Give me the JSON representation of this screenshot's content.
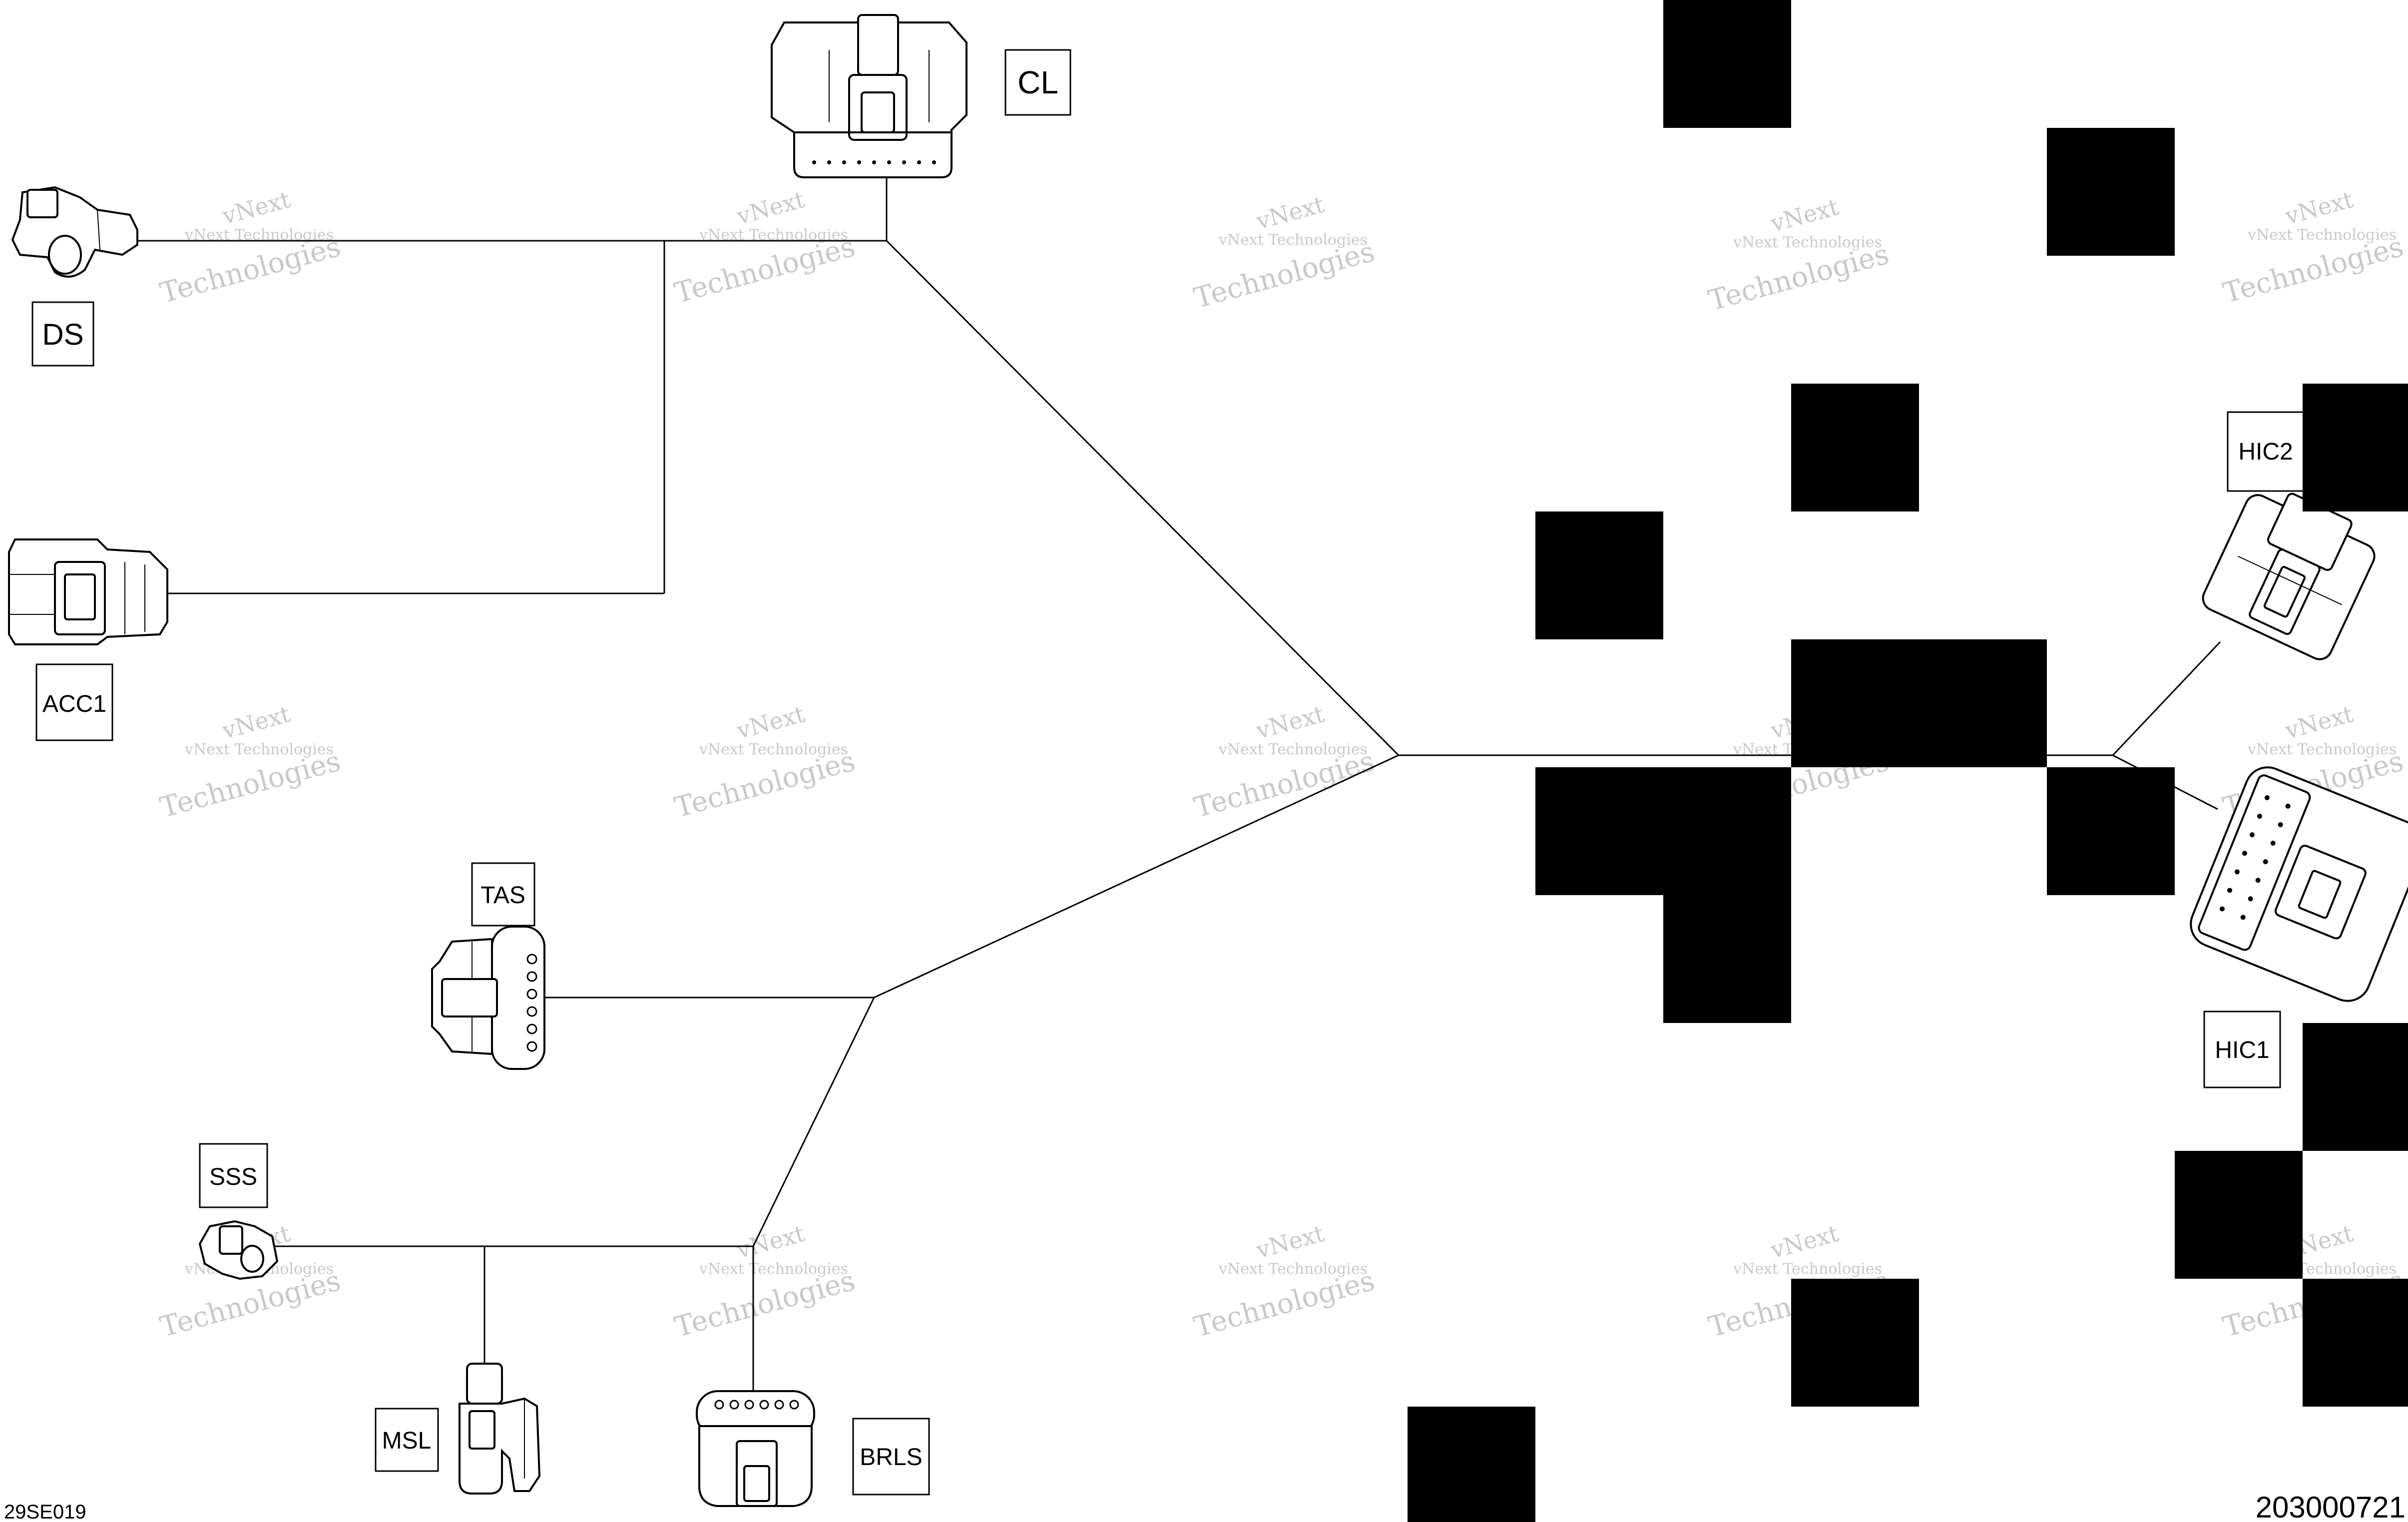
{
  "diagram": {
    "labels": {
      "cl": "CL",
      "ds": "DS",
      "acc1": "ACC1",
      "tas": "TAS",
      "sss": "SSS",
      "msl": "MSL",
      "brls": "BRLS",
      "hic1": "HIC1",
      "hic2": "HIC2"
    },
    "watermark": {
      "line1": "vNext Technologies",
      "line2": "vNext",
      "line3": "Technologies"
    },
    "footer": {
      "left_code": "29SE019",
      "right_code": "203000721"
    },
    "colors": {
      "line": "#000000",
      "watermark": "#c9c9c9",
      "redaction": "#000000"
    }
  }
}
